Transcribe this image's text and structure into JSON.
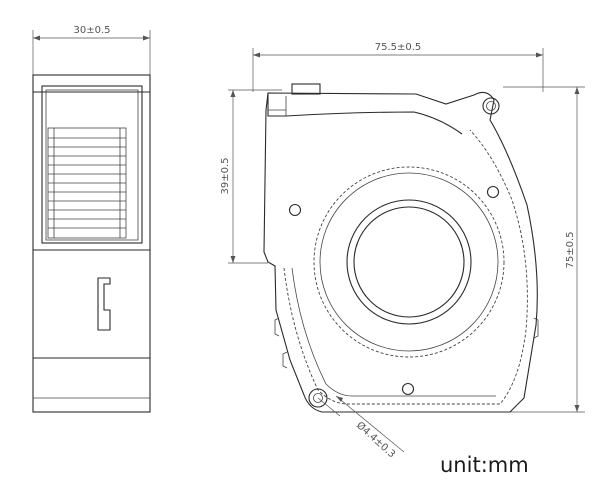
{
  "dimensions": {
    "width_side": "30±0.5",
    "width_front": "75.5±0.5",
    "outlet_height": "39±0.5",
    "height": "75±0.5",
    "hole_diameter": "Ø4.4±0.3"
  },
  "unit_label": "unit:mm"
}
